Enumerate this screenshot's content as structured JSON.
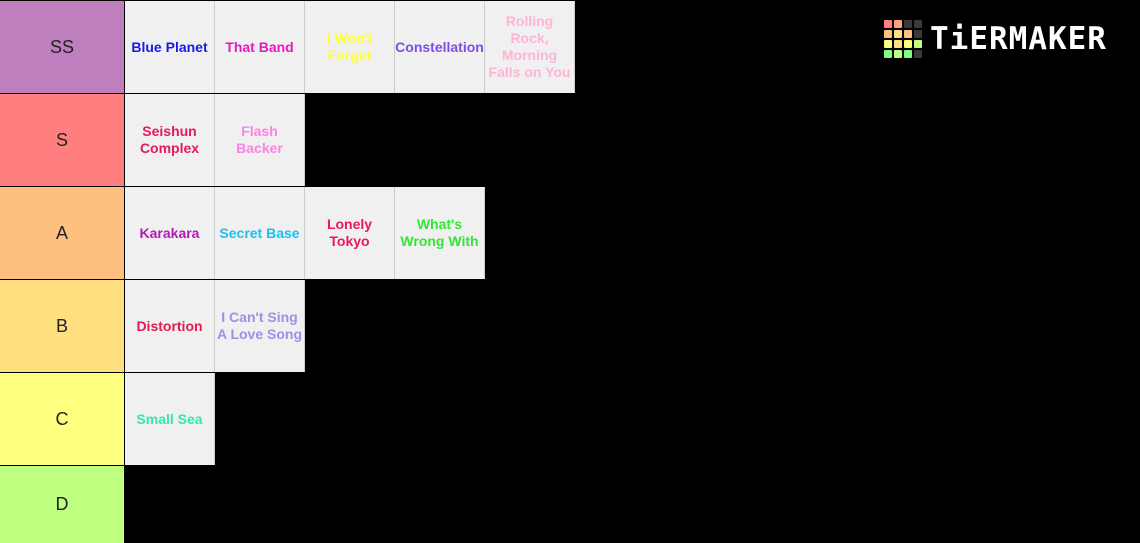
{
  "logo": {
    "text": "TiERMAKER",
    "grid_colors": [
      "#ff7f7f",
      "#ff9f7f",
      "#3a3a3a",
      "#3a3a3a",
      "#ffbf7f",
      "#ffdf7f",
      "#ffbf7f",
      "#3a3a3a",
      "#ffff7f",
      "#ffdf7f",
      "#ffff7f",
      "#bfff7f",
      "#7fff7f",
      "#bfff7f",
      "#7fff7f",
      "#3a3a3a"
    ]
  },
  "tiers": [
    {
      "label": "SS",
      "color": "#bf7fbf",
      "items": [
        {
          "text": "Blue Planet",
          "color": "#1a1ae6",
          "nowrap": true
        },
        {
          "text": "That Band",
          "color": "#e619c0",
          "nowrap": true
        },
        {
          "text": "I Won't Forget",
          "color": "#ffff33",
          "nowrap": false
        },
        {
          "text": "Constellation",
          "color": "#7a4fe6",
          "nowrap": true
        },
        {
          "text": "Rolling Rock, Morning Falls on You",
          "color": "#ffb3d9",
          "nowrap": false
        }
      ]
    },
    {
      "label": "S",
      "color": "#ff7f7f",
      "items": [
        {
          "text": "Seishun Complex",
          "color": "#e6195e",
          "nowrap": false
        },
        {
          "text": "Flash Backer",
          "color": "#ff80e6",
          "nowrap": false
        }
      ]
    },
    {
      "label": "A",
      "color": "#ffbf7f",
      "items": [
        {
          "text": "Karakara",
          "color": "#b319b3",
          "nowrap": true
        },
        {
          "text": "Secret Base",
          "color": "#19c0f0",
          "nowrap": false
        },
        {
          "text": "Lonely Tokyo",
          "color": "#e6195e",
          "nowrap": false
        },
        {
          "text": "What's Wrong With",
          "color": "#33e633",
          "nowrap": false
        }
      ]
    },
    {
      "label": "B",
      "color": "#ffdf7f",
      "items": [
        {
          "text": "Distortion",
          "color": "#e61950",
          "nowrap": true
        },
        {
          "text": "I Can't Sing A Love Song",
          "color": "#9f8fe6",
          "nowrap": false
        }
      ]
    },
    {
      "label": "C",
      "color": "#ffff7f",
      "items": [
        {
          "text": "Small Sea",
          "color": "#33e6b3",
          "nowrap": true
        }
      ]
    },
    {
      "label": "D",
      "color": "#bfff7f",
      "items": []
    }
  ]
}
